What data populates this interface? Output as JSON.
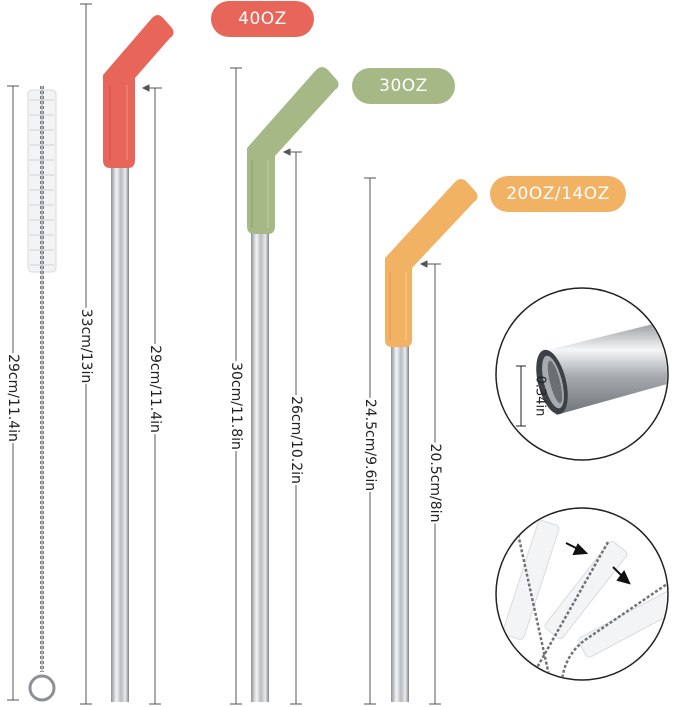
{
  "labels": {
    "brush_length": "29cm/11.4in",
    "straw_40oz_length": "33cm/13in",
    "straw_40oz_metal": "29cm/11.4in",
    "straw_30oz_length": "30cm/11.8in",
    "straw_30oz_metal": "26cm/10.2in",
    "straw_20oz_length": "24.5cm/9.6in",
    "straw_20oz_metal": "20.5cm/8in",
    "diameter": "0.34in"
  },
  "badges": {
    "oz40": "40OZ",
    "oz30": "30OZ",
    "oz20": "20OZ/14OZ"
  },
  "colors": {
    "red": "#e8655a",
    "green": "#a6b886",
    "orange": "#f1b264",
    "steel": "#c9ccd0",
    "line": "#555555"
  }
}
